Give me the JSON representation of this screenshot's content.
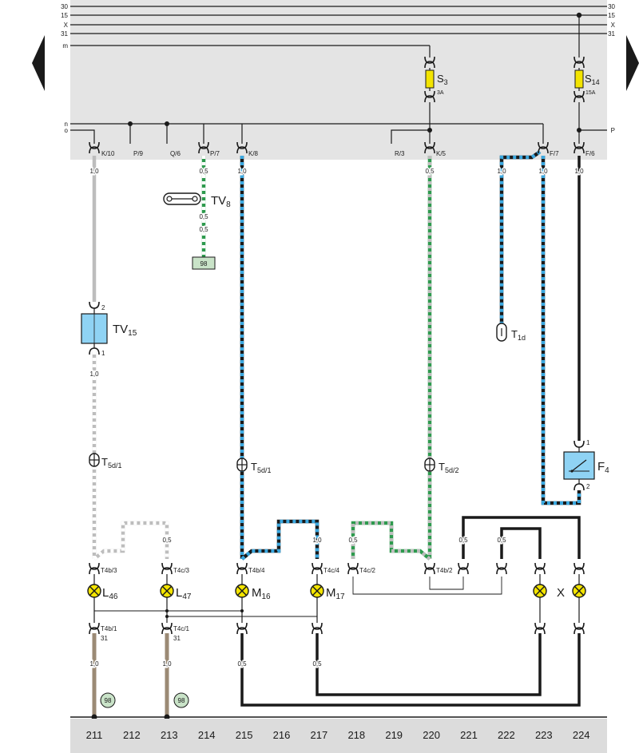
{
  "colors": {
    "panel": "#e4e4e4",
    "wire_black": "#1a1a1a",
    "wire_blue": "#3ba8e0",
    "wire_green": "#2e9a4e",
    "wire_gray": "#bdbdbd",
    "wire_brown": "#9b8a75",
    "fuse_yellow": "#f3e400",
    "component_blue": "#8fd3f4",
    "ground_green": "#c9e3c8",
    "footer": "#dcdcdc"
  },
  "bus_lines": {
    "b30": "30",
    "b15": "15",
    "bX": "X",
    "b31": "31",
    "bm": "m",
    "bn": "n",
    "bo": "o",
    "bp": "P"
  },
  "fuses": {
    "s3": {
      "name": "S3",
      "main": "S",
      "sub": "3",
      "rating": "3A"
    },
    "s14": {
      "name": "S14",
      "main": "S",
      "sub": "14",
      "rating": "15A"
    }
  },
  "connectors": {
    "k10": "K/10",
    "p9": "P/9",
    "q6": "Q/6",
    "p7": "P/7",
    "k8": "K/8",
    "r3": "R/3",
    "k5": "K/5",
    "f7": "F/7",
    "f6": "F/6",
    "t4b3": "T4b/3",
    "t4c3": "T4c/3",
    "t4b4": "T4b/4",
    "t4c4": "T4c/4",
    "t4c2": "T4c/2",
    "t4b2": "T4b/2",
    "t4b1": "T4b/1",
    "t4c1": "T4c/1",
    "n31a": "31",
    "n31b": "31"
  },
  "wire_sizes": {
    "w1": "1,0",
    "w2": "0,5",
    "w3": "1,0",
    "w4": "0,5",
    "w5": "1,0",
    "w6": "1,0",
    "w7": "1,0",
    "w8": "0,5",
    "w9": "0,5",
    "w10": "1,0",
    "w11": "0,5",
    "w12": "1,0",
    "w13": "0,5",
    "w14": "0,5",
    "w15": "0,5",
    "w16": "1,0",
    "w17": "1,0",
    "w18": "0,5",
    "w19": "0,5"
  },
  "components": {
    "tv8": {
      "main": "TV",
      "sub": "8"
    },
    "tv15": {
      "main": "TV",
      "sub": "15",
      "pin_top": "2",
      "pin_bottom": "1"
    },
    "t1d": {
      "main": "T",
      "sub": "1d"
    },
    "t5d1a": {
      "main": "T",
      "sub": "5d/1"
    },
    "t5d1b": {
      "main": "T",
      "sub": "5d/1"
    },
    "t5d2": {
      "main": "T",
      "sub": "5d/2"
    },
    "f4": {
      "main": "F",
      "sub": "4",
      "pin_top": "1",
      "pin_bottom": "2"
    },
    "l46": {
      "main": "L",
      "sub": "46"
    },
    "l47": {
      "main": "L",
      "sub": "47"
    },
    "m16": {
      "main": "M",
      "sub": "16"
    },
    "m17": {
      "main": "M",
      "sub": "17"
    },
    "x": {
      "main": "X"
    }
  },
  "references": {
    "ref_tv8": "98",
    "ref_g1": "98",
    "ref_g2": "98"
  },
  "footer_numbers": [
    "211",
    "212",
    "213",
    "214",
    "215",
    "216",
    "217",
    "218",
    "219",
    "220",
    "221",
    "222",
    "223",
    "224"
  ]
}
